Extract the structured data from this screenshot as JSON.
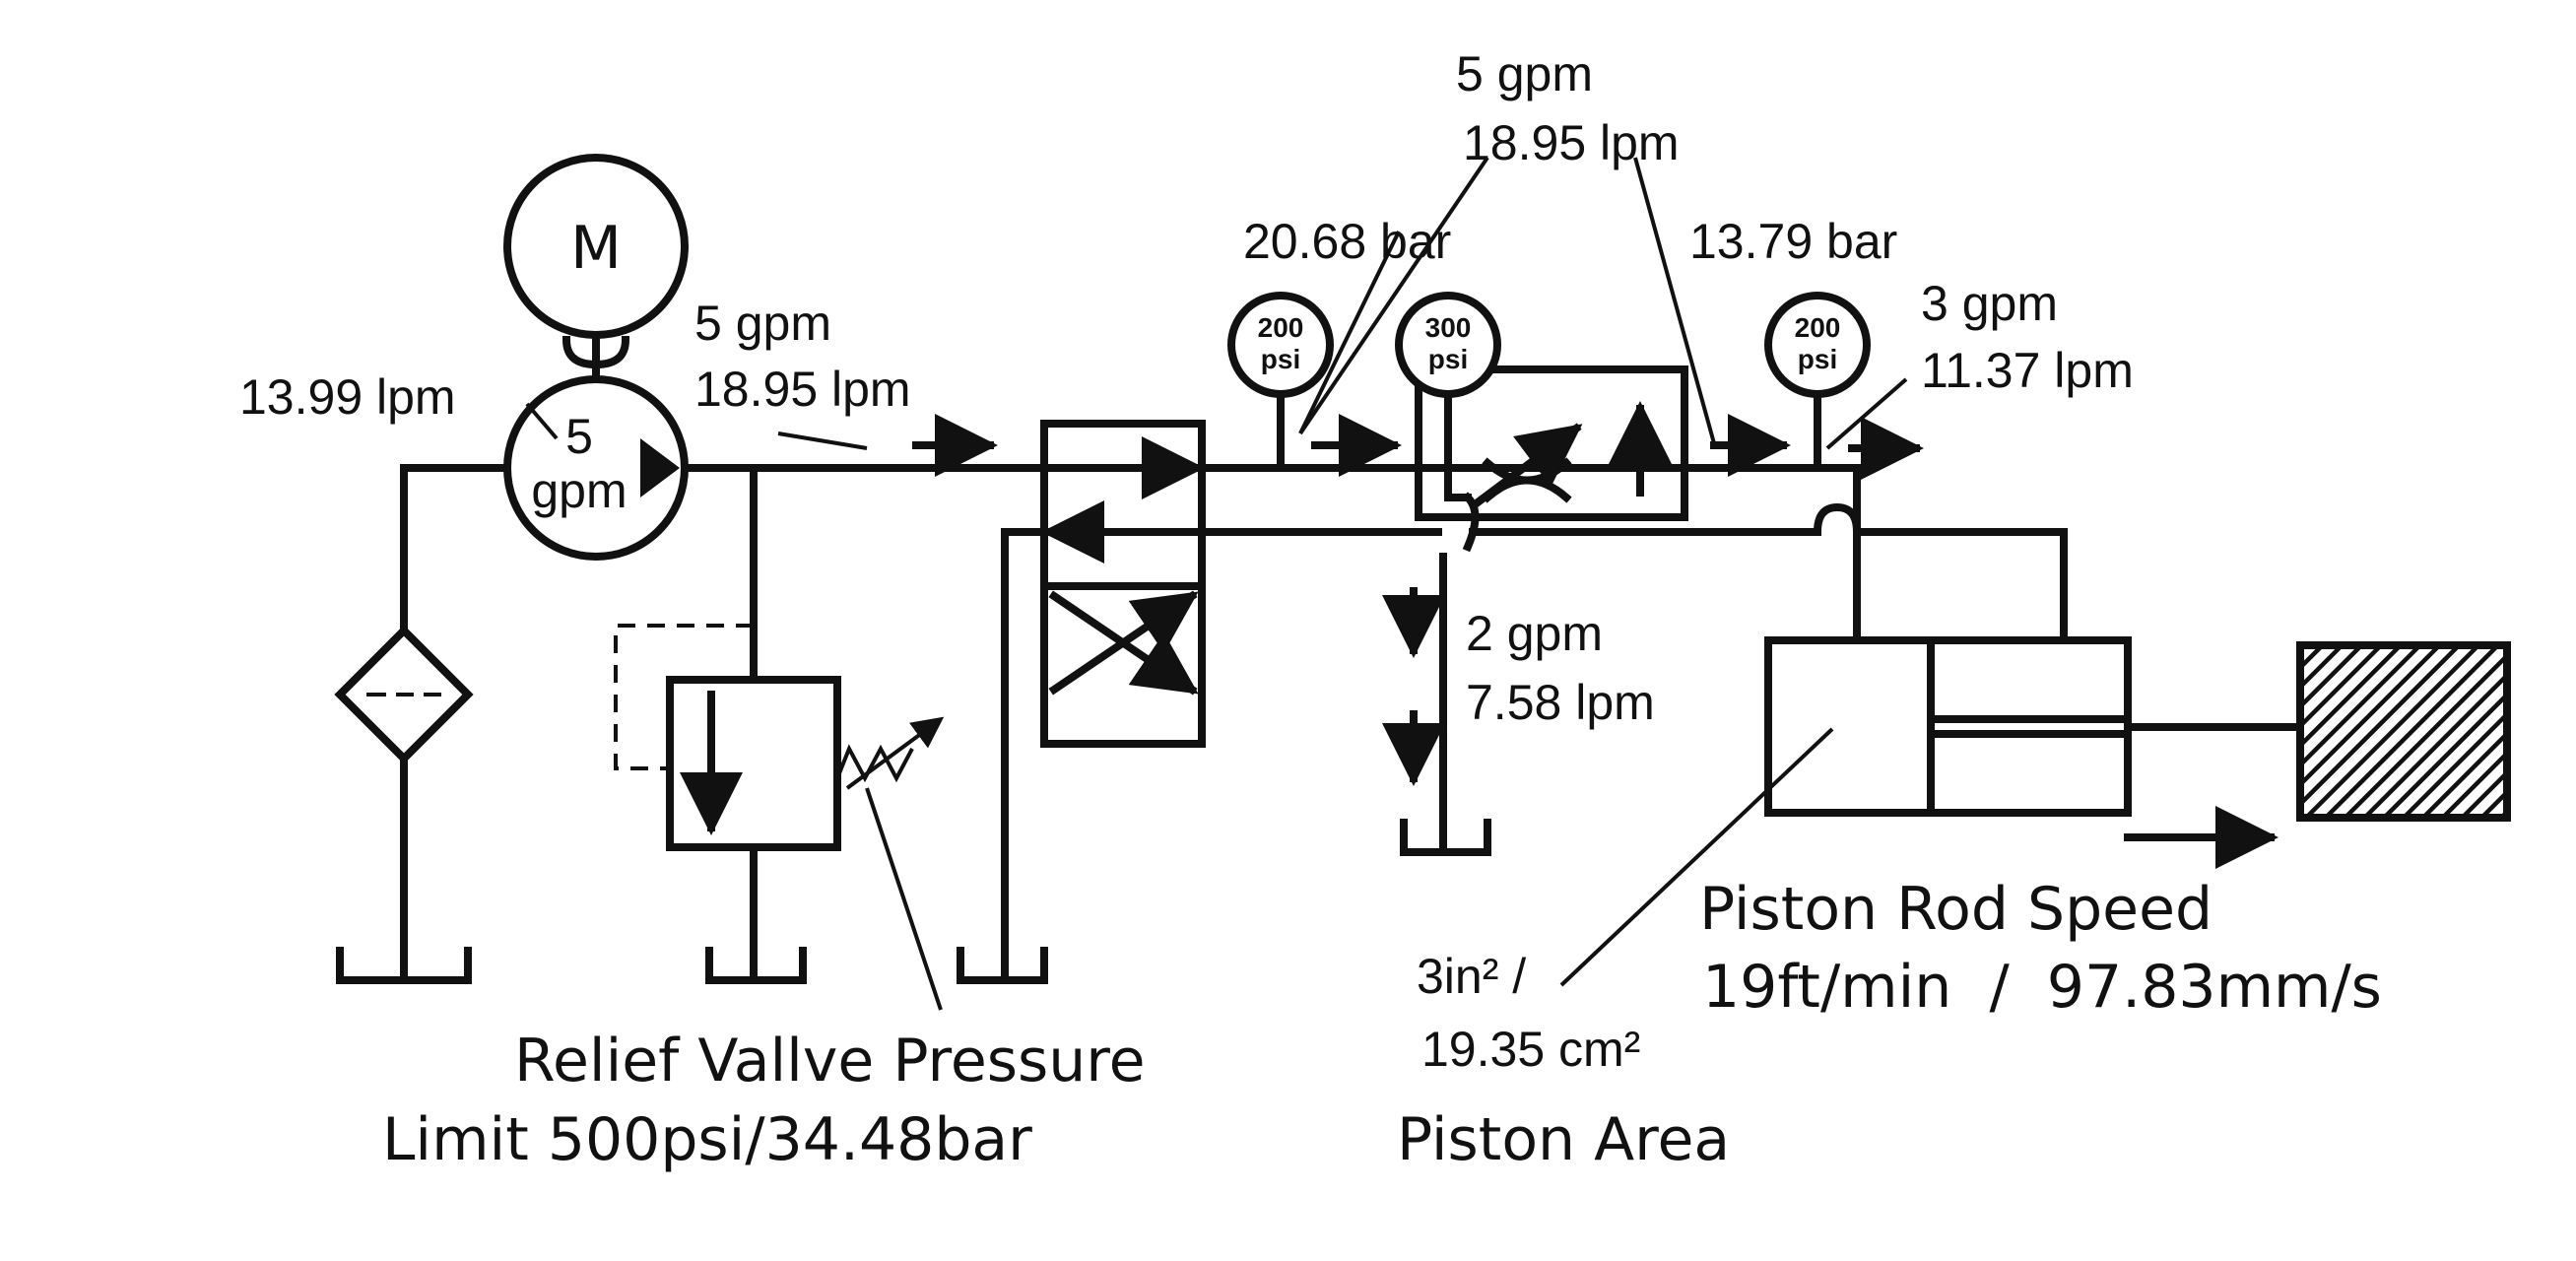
{
  "motor": {
    "label": "M"
  },
  "pump": {
    "line1": "5",
    "line2": "gpm",
    "leak_label": "13.99 lpm"
  },
  "pump_out_flow": {
    "gpm": "5 gpm",
    "lpm": "18.95 lpm"
  },
  "valve_in_flow": {
    "gpm": "5 gpm",
    "lpm": "18.95 lpm"
  },
  "gauges": [
    {
      "value": "200",
      "unit": "psi"
    },
    {
      "value": "300",
      "unit": "psi"
    },
    {
      "value": "200",
      "unit": "psi"
    }
  ],
  "pressure_upstream": "20.68 bar",
  "pressure_downstream": "13.79 bar",
  "outlet_flow": {
    "gpm": "3 gpm",
    "lpm": "11.37 lpm"
  },
  "bypass_flow": {
    "gpm": "2 gpm",
    "lpm": "7.58 lpm"
  },
  "relief_valve": {
    "line1": "Relief Vallve Pressure",
    "line2": "Limit 500psi/34.48bar"
  },
  "piston_area": {
    "in2": "3in² /",
    "cm2": "19.35 cm²",
    "title": "Piston Area"
  },
  "rod_speed": {
    "title": "Piston Rod Speed",
    "value": "19ft/min  /  97.83mm/s"
  }
}
